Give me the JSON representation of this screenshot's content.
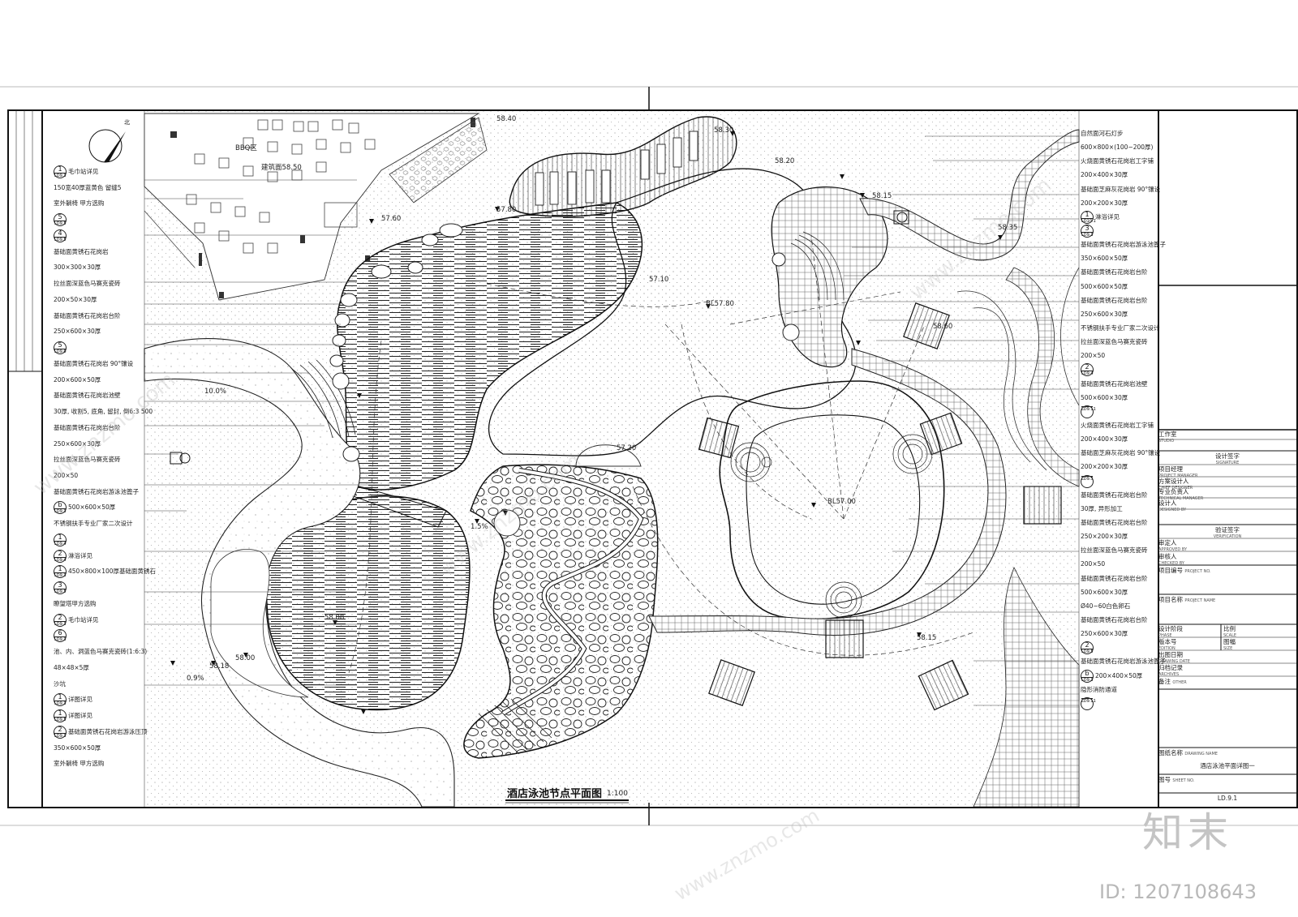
{
  "drawing": {
    "title": "酒店泳池节点平面图",
    "scale": "1:100",
    "north_label": "北",
    "watermark_brand": "知末",
    "watermark_id": "ID: 1207108643",
    "watermark_text": "www.znzmo.com"
  },
  "left_annotations": [
    {
      "text": "毛巾站详见",
      "bubble": "1",
      "sub": "LD9.3"
    },
    {
      "text": "150宽40厚蓝黄色 留缝5"
    },
    {
      "text": "室外躺椅 甲方选购"
    },
    {
      "bubble": "5",
      "sub": "LD9.5"
    },
    {
      "bubble": "4",
      "sub": "LD9.5"
    },
    {
      "text": "基础面黄锈石花岗岩"
    },
    {
      "text": "300×300×30厚"
    },
    {
      "text": "拉丝面深蓝色马赛克瓷砖"
    },
    {
      "text": "200×50×30厚"
    },
    {
      "text": "基础面黄锈石花岗岩台阶"
    },
    {
      "text": "250×600×30厚"
    },
    {
      "bubble": "5",
      "sub": "LD9.6"
    },
    {
      "text": "基础面黄锈石花岗岩 90°镶设"
    },
    {
      "text": "200×600×50厚"
    },
    {
      "text": "基础面黄锈石花岗岩池壁"
    },
    {
      "text": "30厚, 收割5, 底角, 留封, 倒6:3 500"
    },
    {
      "text": "基础面黄锈石花岗岩台阶"
    },
    {
      "text": "250×600×30厚"
    },
    {
      "text": "拉丝面深蓝色马赛克瓷砖"
    },
    {
      "text": "200×50"
    },
    {
      "text": "基础面黄锈石花岗岩游泳池篦子"
    },
    {
      "text": "500×600×50厚",
      "bubble": "b",
      "sub": "LD9.3"
    },
    {
      "text": "不锈钢扶手专业厂家二次设计"
    },
    {
      "bubble": "1",
      "sub": "LD9.4"
    },
    {
      "text": "淋浴详见",
      "bubble": "2",
      "sub": "LD9.4"
    },
    {
      "text": "450×800×100厚基础面黄锈石",
      "bubble": "1",
      "sub": "LD9.3"
    },
    {
      "bubble": "3",
      "sub": "LD9.5"
    },
    {
      "text": "瞭望塔甲方选购"
    },
    {
      "text": "毛巾站详见",
      "bubble": "2",
      "sub": "LD9.3"
    },
    {
      "bubble": "6",
      "sub": "LD9.3"
    },
    {
      "text": "池、内、洞蓝色马赛克瓷砖(1:6:3)"
    },
    {
      "text": "48×48×5厚"
    },
    {
      "text": "沙坑"
    },
    {
      "text": "详图详见",
      "bubble": "1",
      "sub": "LD9.3"
    },
    {
      "text": "详图详见",
      "bubble": "1",
      "sub": "LD9.5"
    },
    {
      "text": "基础面黄锈石花岗岩游泳压顶",
      "bubble": "2",
      "sub": "LD9.3"
    },
    {
      "text": "350×600×50厚"
    },
    {
      "text": "室外躺椅 甲方选购"
    }
  ],
  "right_annotations": [
    {
      "text": "自然面河石灯步"
    },
    {
      "text": "600×800×(100~200厚)"
    },
    {
      "text": "火烧面黄锈石花岗岩工字铺"
    },
    {
      "text": "200×400×30厚"
    },
    {
      "text": "基础面芝麻灰花岗岩 90°镶设"
    },
    {
      "text": "200×200×30厚"
    },
    {
      "text": "淋浴详见",
      "bubble": "1",
      "sub": "LD10.1"
    },
    {
      "bubble": "3",
      "sub": "LD9.3"
    },
    {
      "text": "基础面黄锈石花岗岩游泳池篦子"
    },
    {
      "text": "350×600×50厚"
    },
    {
      "text": "基础面黄锈石花岗岩台阶"
    },
    {
      "text": "500×600×50厚"
    },
    {
      "text": "基础面黄锈石花岗岩台阶"
    },
    {
      "text": "250×600×30厚"
    },
    {
      "text": "不锈钢扶手专业厂家二次设计"
    },
    {
      "text": "拉丝面深蓝色马赛克瓷砖"
    },
    {
      "text": "200×50"
    },
    {
      "bubble": "2",
      "sub": "LD9.4"
    },
    {
      "text": "基础面黄锈石花岗岩池壁"
    },
    {
      "text": "500×600×30厚"
    },
    {
      "bubble": "",
      "sub": "LD9.11"
    },
    {
      "text": "火烧面黄锈石花岗岩工字铺"
    },
    {
      "text": "200×400×30厚"
    },
    {
      "text": "基础面芝麻灰花岗岩 90°镶设"
    },
    {
      "text": "200×200×30厚"
    },
    {
      "bubble": "",
      "sub": "LD9.3"
    },
    {
      "text": "基础面黄锈石花岗岩台阶"
    },
    {
      "text": "30厚, 异形加工"
    },
    {
      "text": "基础面黄锈石花岗岩台阶"
    },
    {
      "text": "250×200×30厚"
    },
    {
      "text": "拉丝面深蓝色马赛克瓷砖"
    },
    {
      "text": "200×50"
    },
    {
      "text": "基础面黄锈石花岗岩台阶"
    },
    {
      "text": "500×600×30厚"
    },
    {
      "text": "Ø40~60白色卵石"
    },
    {
      "text": "基础面黄锈石花岗岩台阶"
    },
    {
      "text": "250×600×30厚"
    },
    {
      "bubble": "2",
      "sub": "LD9.5"
    },
    {
      "text": "基础面黄锈石花岗岩游泳池篦子"
    },
    {
      "text": "200×400×50厚",
      "bubble": "b",
      "sub": "LD9.3"
    },
    {
      "text": "隐形消防通道"
    },
    {
      "bubble": "",
      "sub": "LD9.11"
    }
  ],
  "plan_labels": [
    "BBQ区",
    "建筑面58.50",
    "58.40",
    "58.30",
    "58.20",
    "58.15",
    "58.35",
    "57.60",
    "BL57.80",
    "57.20",
    "57.10",
    "BL57.00",
    "57.80",
    "58.00",
    "58.60",
    "58.15",
    "58.08",
    "58.18",
    "10.0%",
    "0.9%",
    "1.5%"
  ],
  "title_block": {
    "studio": "工作室",
    "studio_en": "STUDIO",
    "signature": "设计签字",
    "signature_en": "SIGNATURE",
    "roles": [
      {
        "cn": "项目经理",
        "en": "PROJECT MANAGER"
      },
      {
        "cn": "方案设计人",
        "en": "CHIEF DESIGNER"
      },
      {
        "cn": "专业负责人",
        "en": "TECHNICAL MANAGER"
      },
      {
        "cn": "设计人",
        "en": "DESIGNED BY"
      }
    ],
    "verification": "验证签字",
    "verification_en": "VERIFICATION",
    "reviews": [
      {
        "cn": "审定人",
        "en": "APPROVED BY"
      },
      {
        "cn": "审核人",
        "en": "CHECKED BY"
      }
    ],
    "project_no": "项目编号",
    "project_no_en": "PROJECT NO.",
    "project_name": "项目名称",
    "project_name_en": "PROJECT NAME",
    "phase": "设计阶段",
    "phase_en": "PHASE",
    "scale_label": "比例",
    "scale_label_en": "SCALE",
    "edition": "版本号",
    "edition_en": "EDITION",
    "size": "图幅",
    "size_en": "SIZE",
    "date": "出图日期",
    "date_en": "DRAWING DATE",
    "archives": "归档记录",
    "archives_en": "ARCHIVES",
    "other": "备注",
    "other_en": "OTHER",
    "drawing_name_label": "图纸名称",
    "drawing_name_en": "DRAWING NAME",
    "drawing_name": "酒店泳池平面详图一",
    "sheet_no_label": "图号",
    "sheet_no_en": "SHEET NO.",
    "sheet_no": "LD.9.1"
  }
}
